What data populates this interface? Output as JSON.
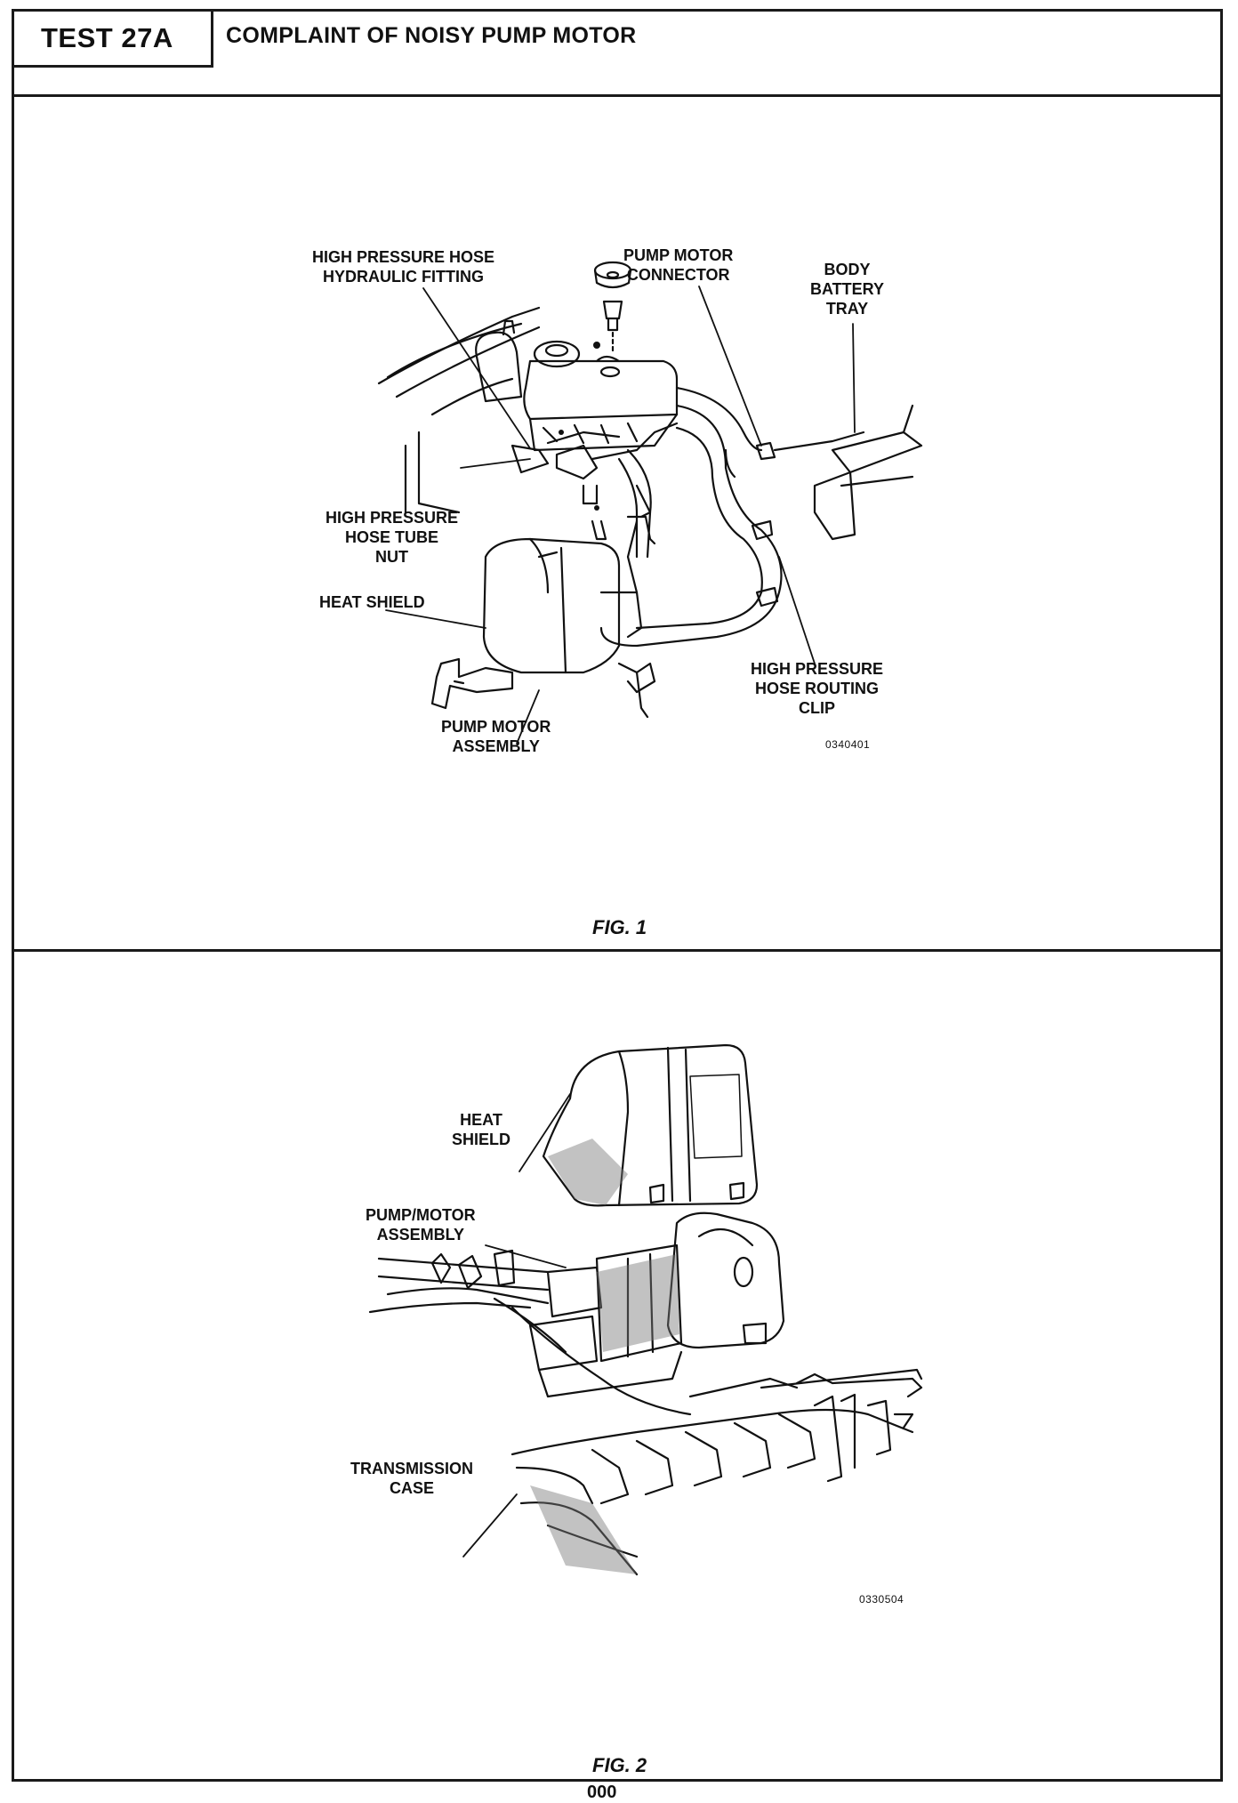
{
  "header": {
    "test_id": "TEST 27A",
    "title": "COMPLAINT OF NOISY PUMP MOTOR"
  },
  "figure1": {
    "caption": "FIG. 1",
    "image_code": "0340401",
    "labels": {
      "hp_hose_fitting": "HIGH PRESSURE HOSE\nHYDRAULIC FITTING",
      "pump_motor_connector": "PUMP MOTOR\nCONNECTOR",
      "body_battery_tray": "BODY\nBATTERY\nTRAY",
      "hp_hose_tube_nut": "HIGH PRESSURE\nHOSE TUBE\nNUT",
      "heat_shield": "HEAT SHIELD",
      "hp_hose_routing_clip": "HIGH PRESSURE\nHOSE ROUTING\nCLIP",
      "pump_motor_assembly": "PUMP MOTOR\nASSEMBLY"
    }
  },
  "figure2": {
    "caption": "FIG. 2",
    "image_code": "0330504",
    "labels": {
      "heat_shield": "HEAT\nSHIELD",
      "pump_motor_assembly": "PUMP/MOTOR\nASSEMBLY",
      "transmission_case": "TRANSMISSION\nCASE"
    }
  },
  "page_number": "000"
}
